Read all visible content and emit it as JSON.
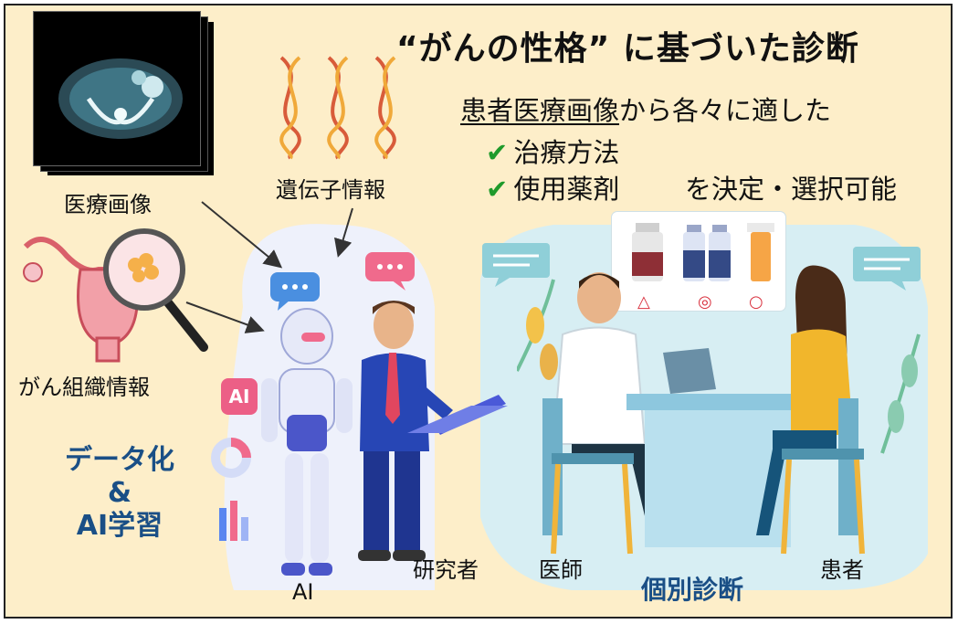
{
  "header": {
    "title": "“がんの性格” に基づいた診断",
    "line1_underlined": "患者医療画像",
    "line1_rest": "から各々に適した",
    "item1": "治療方法",
    "item2": "使用薬剤",
    "item2_suffix": "を決定・選択可能"
  },
  "labels": {
    "medical_image": "医療画像",
    "genetic_info": "遺伝子情報",
    "cancer_tissue": "がん組織情報",
    "ai": "AI",
    "researcher": "研究者",
    "doctor": "医師",
    "patient": "患者",
    "personalized_diagnosis": "個別診断",
    "data_line1": "データ化",
    "data_line2": "&",
    "data_line3": "AI学習",
    "ai_badge": "AI"
  },
  "medicine_marks": [
    "△",
    "◎",
    "○"
  ],
  "colors": {
    "background": "#fdeec9",
    "accent_blue": "#1a4f86",
    "check_green": "#1f9a2b",
    "bubble_blue": "#4a8fe0",
    "bubble_pink": "#f06a8c"
  }
}
